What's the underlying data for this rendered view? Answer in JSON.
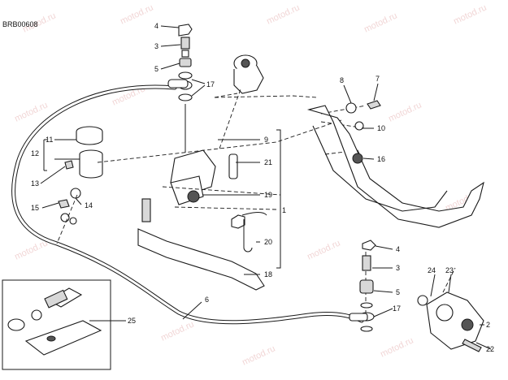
{
  "diagram": {
    "code": "BRB00608",
    "watermark": "motod.ru",
    "labels": {
      "l1": "1",
      "l2": "2",
      "l3a": "3",
      "l3b": "3",
      "l4a": "4",
      "l4b": "4",
      "l5a": "5",
      "l5b": "5",
      "l6": "6",
      "l7": "7",
      "l8": "8",
      "l9": "9",
      "l10": "10",
      "l11": "11",
      "l12": "12",
      "l13": "13",
      "l14": "14",
      "l15": "15",
      "l16": "16",
      "l17a": "17",
      "l17b": "17",
      "l18": "18",
      "l19": "19",
      "l20": "20",
      "l21": "21",
      "l22": "22",
      "l23": "23",
      "l24": "24",
      "l25": "25"
    }
  }
}
